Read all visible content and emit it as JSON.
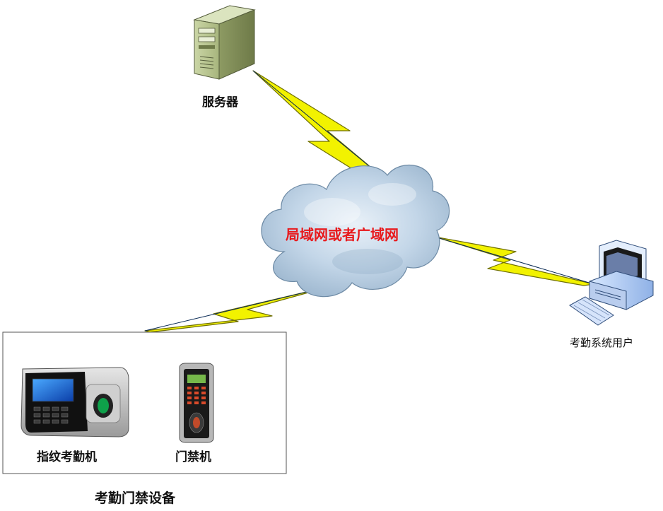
{
  "diagram": {
    "nodes": {
      "server": {
        "label": "服务器",
        "icon": "server-tower-icon"
      },
      "network": {
        "label": "局域网或者广域网",
        "icon": "cloud-icon",
        "label_color": "#e8191c"
      },
      "user": {
        "label": "考勤系统用户",
        "icon": "desktop-computer-icon"
      },
      "fingerprint_terminal": {
        "label": "指纹考勤机",
        "icon": "fingerprint-terminal-icon"
      },
      "access_control": {
        "label": "门禁机",
        "icon": "access-control-reader-icon"
      }
    },
    "group": {
      "label": "考勤门禁设备",
      "members": [
        "fingerprint_terminal",
        "access_control"
      ]
    },
    "links": [
      {
        "from": "server",
        "to": "network",
        "style": "lightning"
      },
      {
        "from": "network",
        "to": "user",
        "style": "lightning"
      },
      {
        "from": "network",
        "to": "device_group",
        "style": "lightning"
      }
    ],
    "colors": {
      "lightning": "#f2f200",
      "lightning_outline": "#6f6f00",
      "cloud": "#c3d6e8",
      "server": "#a9b880"
    }
  }
}
